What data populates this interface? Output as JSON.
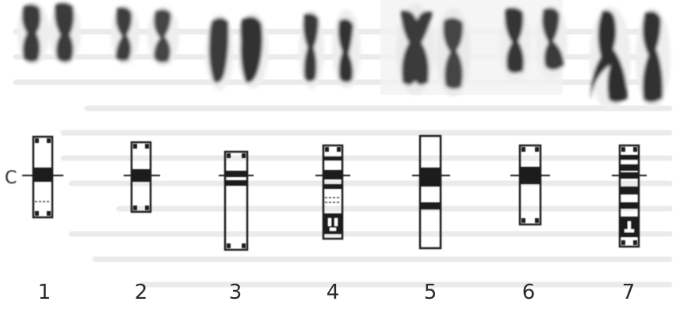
{
  "figure": {
    "centromere_label": "C",
    "chromosome_numbers": [
      "1",
      "2",
      "3",
      "4",
      "5",
      "6",
      "7"
    ],
    "colors": {
      "background": "#ffffff",
      "ink": "#1e1e1e",
      "chromatin_dark": "#2a2a2a",
      "chromatin_mid": "#5a5a5a",
      "bleed_through": "#d4d4d4"
    }
  }
}
